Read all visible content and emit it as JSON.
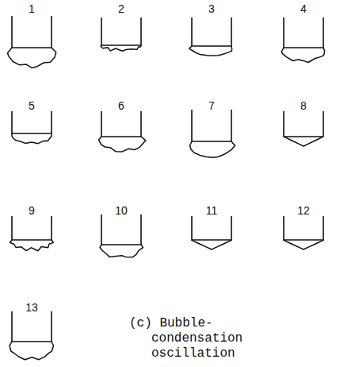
{
  "diagram": {
    "caption": "(c) Bubble-condensation oscillation",
    "labels": [
      "1",
      "2",
      "3",
      "4",
      "5",
      "6",
      "7",
      "8",
      "9",
      "10",
      "11",
      "12",
      "13"
    ]
  }
}
